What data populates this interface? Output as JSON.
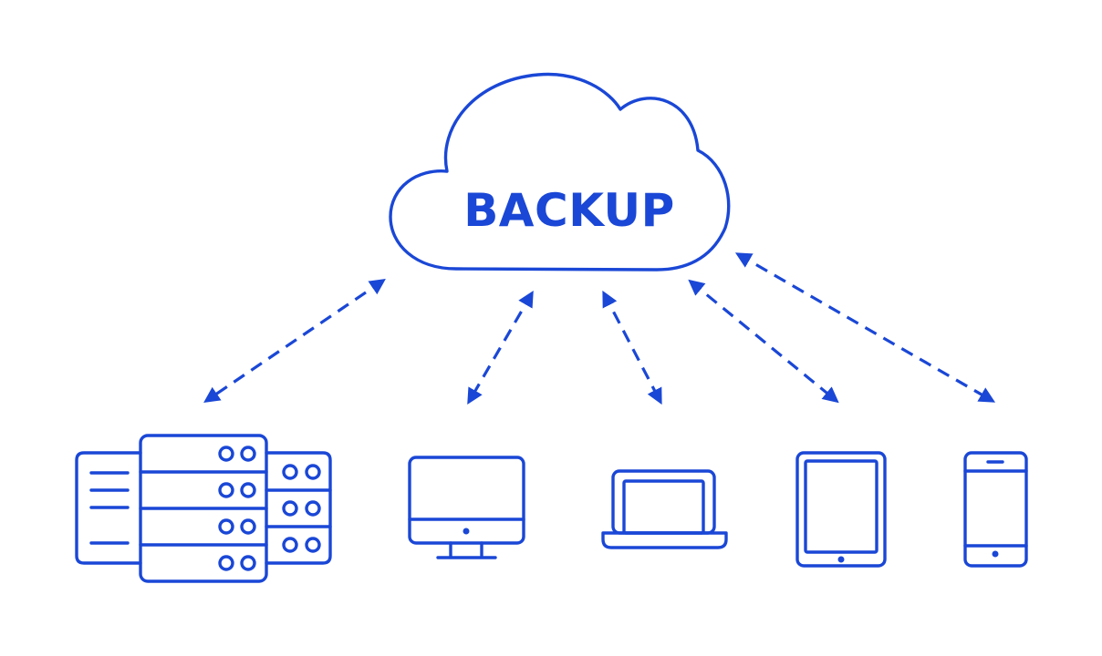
{
  "colors": {
    "accent": "#1a47d6",
    "background": "#ffffff"
  },
  "cloud": {
    "label": "BACKUP",
    "icon": "cloud-icon"
  },
  "devices": [
    {
      "name": "server-rack",
      "icon": "server-icon"
    },
    {
      "name": "desktop-monitor",
      "icon": "monitor-icon"
    },
    {
      "name": "laptop",
      "icon": "laptop-icon"
    },
    {
      "name": "tablet",
      "icon": "tablet-icon"
    },
    {
      "name": "smartphone",
      "icon": "smartphone-icon"
    }
  ],
  "connections": [
    {
      "between": [
        "cloud",
        "server-rack"
      ],
      "direction": "bidirectional",
      "style": "dashed"
    },
    {
      "between": [
        "cloud",
        "desktop-monitor"
      ],
      "direction": "bidirectional",
      "style": "dashed"
    },
    {
      "between": [
        "cloud",
        "laptop"
      ],
      "direction": "bidirectional",
      "style": "dashed"
    },
    {
      "between": [
        "cloud",
        "tablet"
      ],
      "direction": "bidirectional",
      "style": "dashed"
    },
    {
      "between": [
        "cloud",
        "smartphone"
      ],
      "direction": "bidirectional",
      "style": "dashed"
    }
  ]
}
